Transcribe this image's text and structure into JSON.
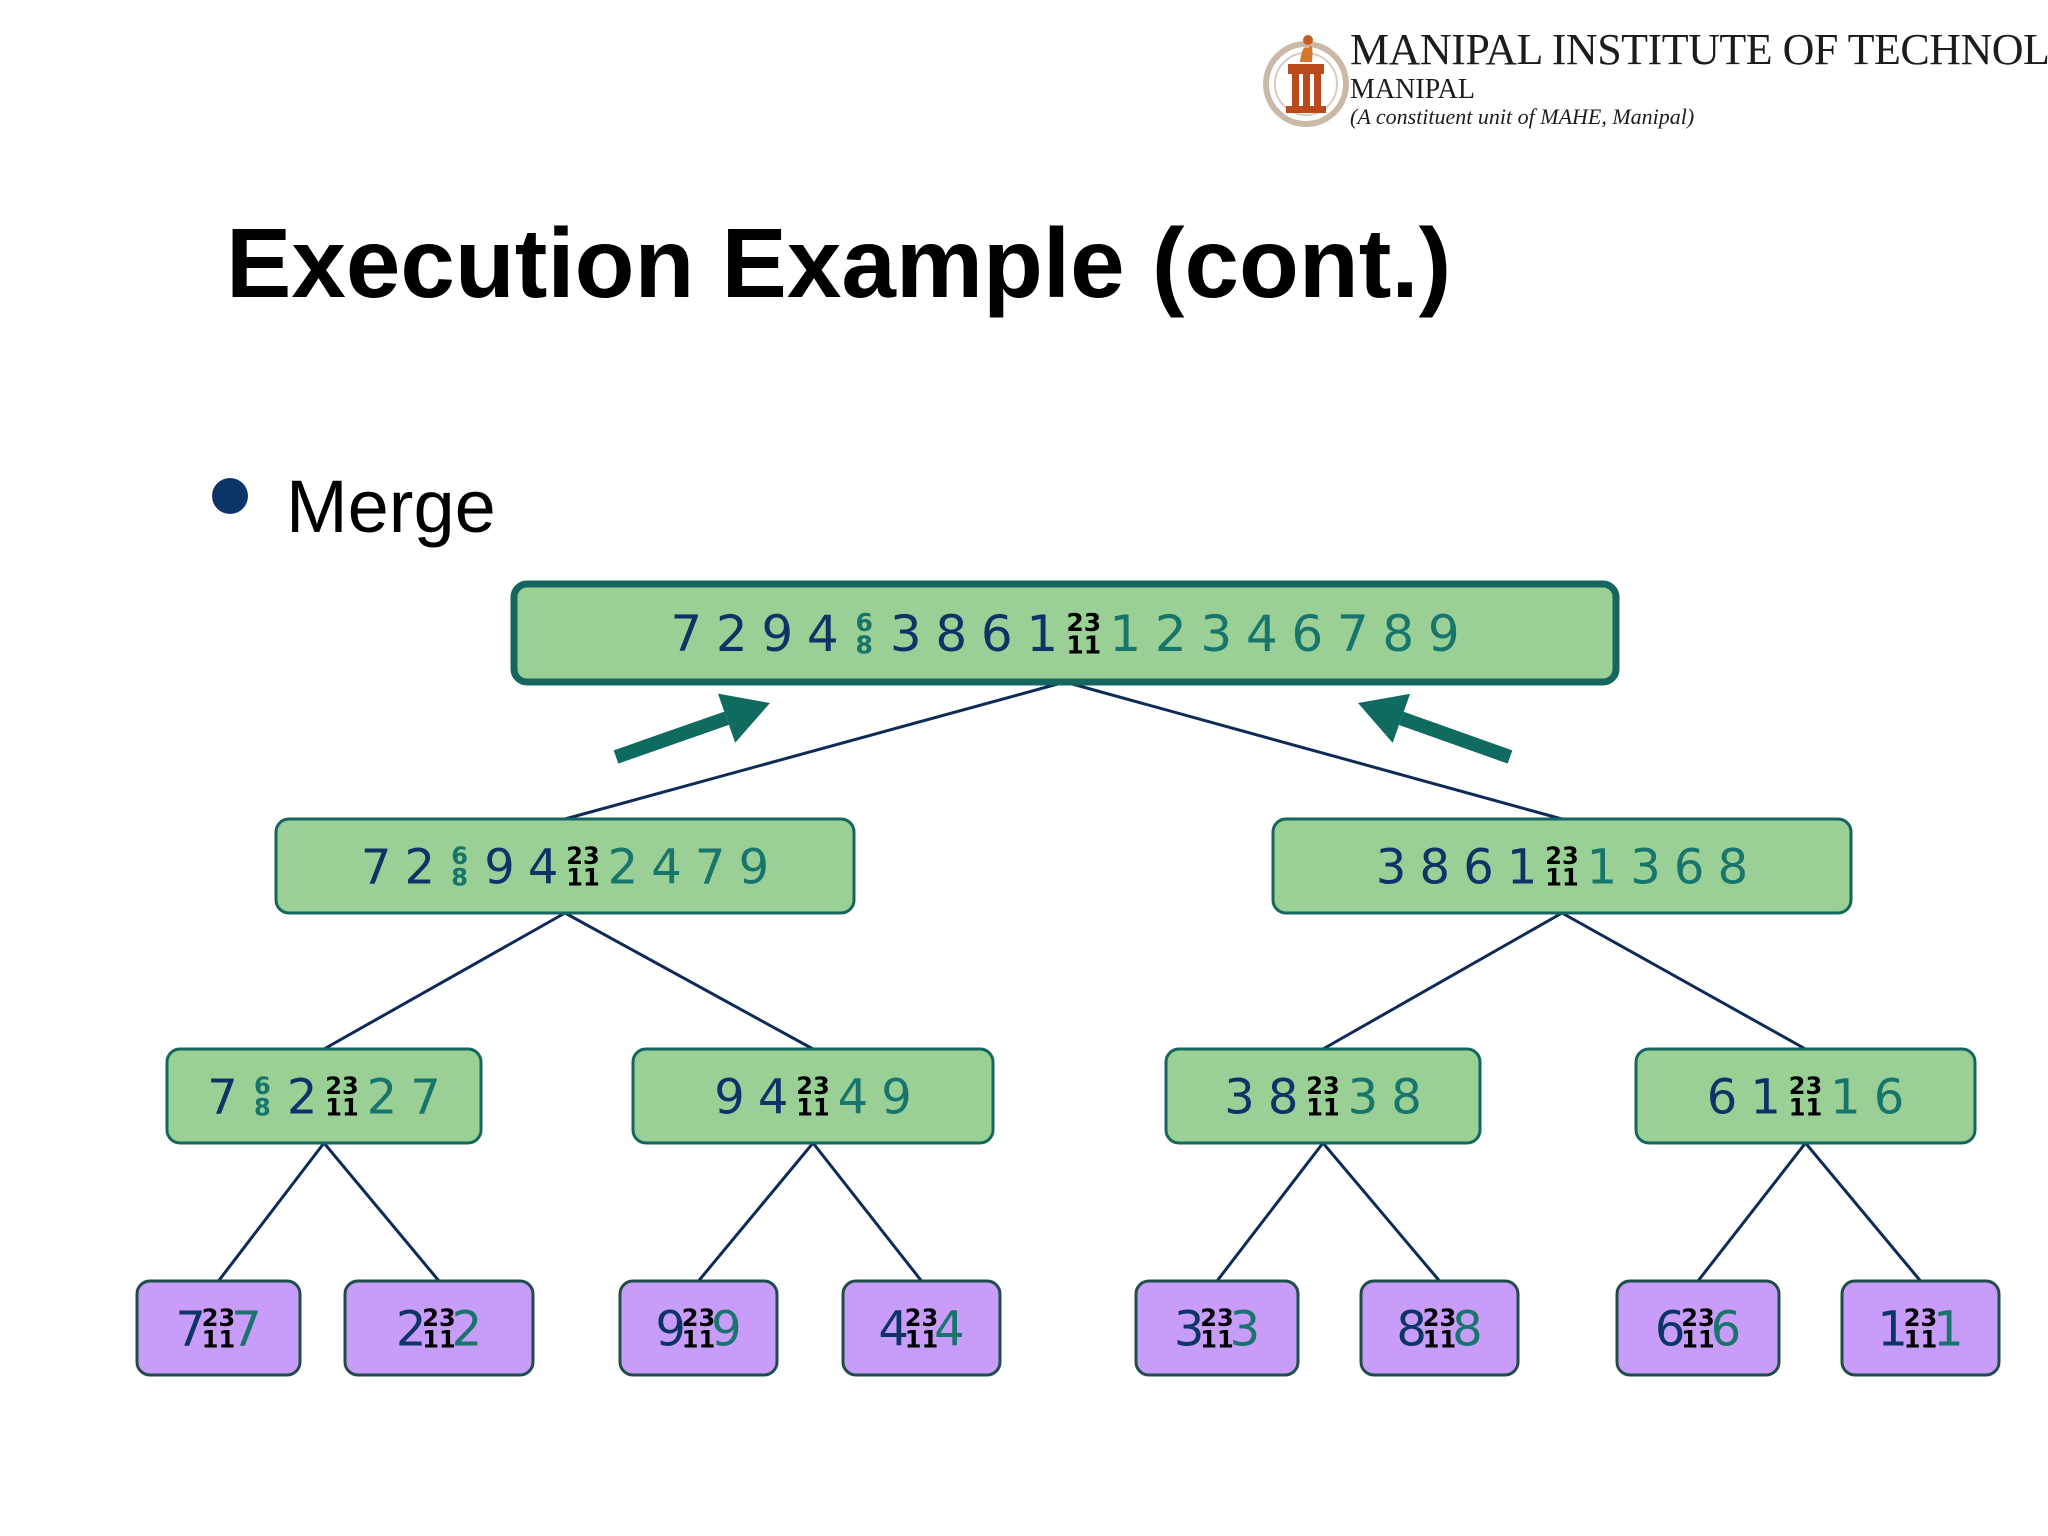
{
  "logo": {
    "title": "MANIPAL INSTITUTE OF TECHNOLOGY",
    "subtitle": "MANIPAL",
    "tagline": "(A constituent unit of MAHE, Manipal)"
  },
  "slide": {
    "title": "Execution Example (cont.)",
    "bullet": "Merge"
  },
  "colors": {
    "node_green_fill": "#9acf95",
    "node_green_border": "#15665e",
    "node_purple_fill": "#c89cf9",
    "node_purple_border": "#1f4d4a",
    "input_digits": "#0d3466",
    "output_digits": "#17756c",
    "pivot_marker": "#17756c",
    "separator": "#000000",
    "tree_edges": "#0d2b57",
    "arrows": "#0f6a60",
    "bullet": "#0d3466"
  },
  "separator": {
    "top": "23",
    "bottom": "11"
  },
  "nodes": {
    "root": {
      "input": [
        "7",
        "2",
        "9",
        "4"
      ],
      "pivot": {
        "top": "6",
        "bottom": "8"
      },
      "input2": [
        "3",
        "8",
        "6",
        "1"
      ],
      "output": [
        "1",
        "2",
        "3",
        "4",
        "6",
        "7",
        "8",
        "9"
      ]
    },
    "l": {
      "input": [
        "7",
        "2"
      ],
      "pivot": {
        "top": "6",
        "bottom": "8"
      },
      "input2": [
        "9",
        "4"
      ],
      "output": [
        "2",
        "4",
        "7",
        "9"
      ]
    },
    "r": {
      "input": [
        "3",
        "8",
        "6",
        "1"
      ],
      "output": [
        "1",
        "3",
        "6",
        "8"
      ]
    },
    "ll": {
      "input": [
        "7"
      ],
      "pivot": {
        "top": "6",
        "bottom": "8"
      },
      "input2": [
        "2"
      ],
      "output": [
        "2",
        "7"
      ]
    },
    "lr": {
      "input": [
        "9",
        "4"
      ],
      "output": [
        "4",
        "9"
      ]
    },
    "rl": {
      "input": [
        "3",
        "8"
      ],
      "output": [
        "3",
        "8"
      ]
    },
    "rr": {
      "input": [
        "6",
        "1"
      ],
      "output": [
        "1",
        "6"
      ]
    },
    "lll": {
      "input": [
        "7"
      ],
      "output": [
        "7"
      ]
    },
    "llr": {
      "input": [
        "2"
      ],
      "output": [
        "2"
      ]
    },
    "lrl": {
      "input": [
        "9"
      ],
      "output": [
        "9"
      ]
    },
    "lrr": {
      "input": [
        "4"
      ],
      "output": [
        "4"
      ]
    },
    "rll": {
      "input": [
        "3"
      ],
      "output": [
        "3"
      ]
    },
    "rlr": {
      "input": [
        "8"
      ],
      "output": [
        "8"
      ]
    },
    "rrl": {
      "input": [
        "6"
      ],
      "output": [
        "6"
      ]
    },
    "rrr": {
      "input": [
        "1"
      ],
      "output": [
        "1"
      ]
    }
  }
}
